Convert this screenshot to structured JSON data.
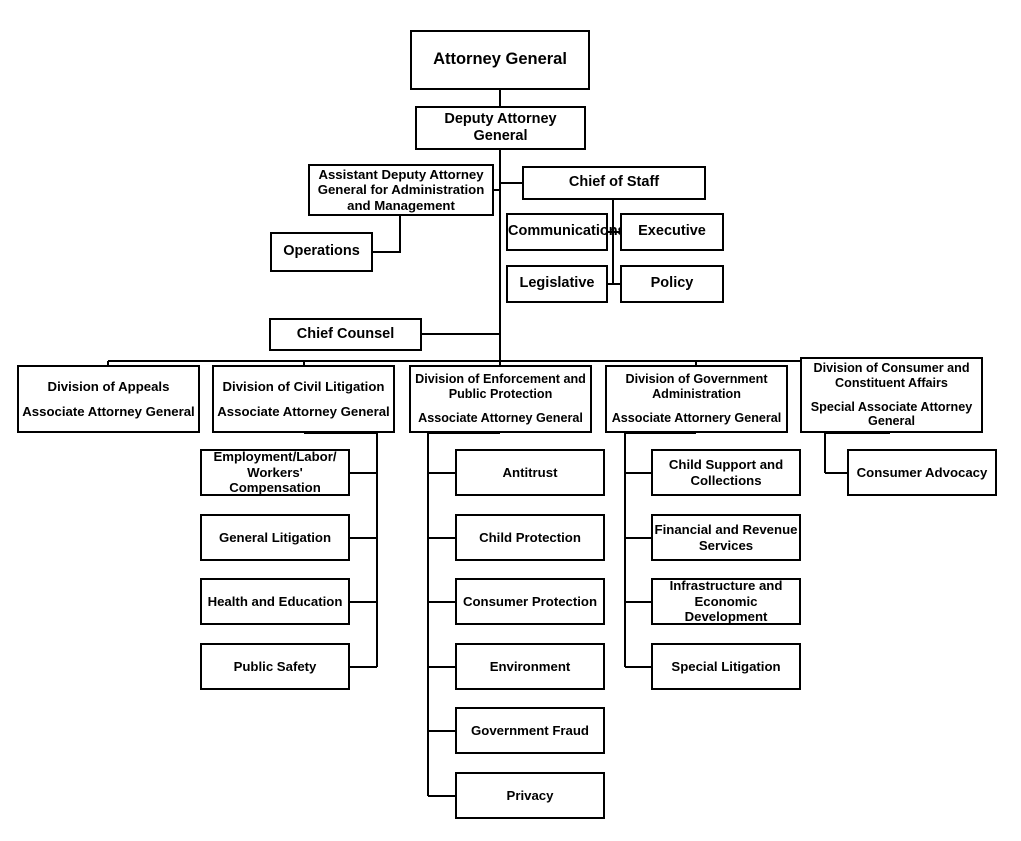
{
  "chart": {
    "type": "organization-chart",
    "title_node": "Attorney General",
    "nodes": {
      "attorney_general": {
        "label": "Attorney General"
      },
      "deputy_attorney_general": {
        "label": "Deputy Attorney General"
      },
      "assistant_deputy": {
        "line1": "Assistant Deputy Attorney",
        "line2": "General for Administration",
        "line3": "and Management"
      },
      "operations": {
        "label": "Operations"
      },
      "chief_of_staff": {
        "label": "Chief of Staff"
      },
      "communications": {
        "label": "Communications"
      },
      "executive": {
        "label": "Executive"
      },
      "legislative": {
        "label": "Legislative"
      },
      "policy": {
        "label": "Policy"
      },
      "chief_counsel": {
        "label": "Chief Counsel"
      }
    },
    "divisions": [
      {
        "id": "appeals",
        "name_line1": "Division of Appeals",
        "name_line2": "",
        "title_line1": "Associate Attorney General",
        "title_line2": "",
        "children": []
      },
      {
        "id": "civil-litigation",
        "name_line1": "Division of Civil Litigation",
        "name_line2": "",
        "title_line1": "Associate Attorney General",
        "title_line2": "",
        "children": [
          {
            "line1": "Employment/Labor/",
            "line2": "Workers' Compensation"
          },
          {
            "line1": "General Litigation",
            "line2": ""
          },
          {
            "line1": "Health and Education",
            "line2": ""
          },
          {
            "line1": "Public Safety",
            "line2": ""
          }
        ]
      },
      {
        "id": "enforcement",
        "name_line1": "Division of Enforcement and",
        "name_line2": "Public Protection",
        "title_line1": "Associate Attorney General",
        "title_line2": "",
        "children": [
          {
            "line1": "Antitrust",
            "line2": ""
          },
          {
            "line1": "Child Protection",
            "line2": ""
          },
          {
            "line1": "Consumer Protection",
            "line2": ""
          },
          {
            "line1": "Environment",
            "line2": ""
          },
          {
            "line1": "Government Fraud",
            "line2": ""
          },
          {
            "line1": "Privacy",
            "line2": ""
          }
        ]
      },
      {
        "id": "government-administration",
        "name_line1": "Division of Government",
        "name_line2": "Administration",
        "title_line1": "Associate Attornery General",
        "title_line2": "",
        "children": [
          {
            "line1": "Child Support and",
            "line2": "Collections"
          },
          {
            "line1": "Financial and Revenue",
            "line2": "Services"
          },
          {
            "line1": "Infrastructure and",
            "line2": "Economic Development"
          },
          {
            "line1": "Special Litigation",
            "line2": ""
          }
        ]
      },
      {
        "id": "consumer-constituent-affairs",
        "name_line1": "Division of Consumer and",
        "name_line2": "Constituent Affairs",
        "title_line1": "Special Associate Attorney",
        "title_line2": "General",
        "children": [
          {
            "line1": "Consumer Advocacy",
            "line2": ""
          }
        ]
      }
    ],
    "colors": {
      "box_border": "#000000",
      "box_fill": "#ffffff",
      "text": "#000000",
      "connector": "#000000",
      "background": "#ffffff"
    }
  }
}
